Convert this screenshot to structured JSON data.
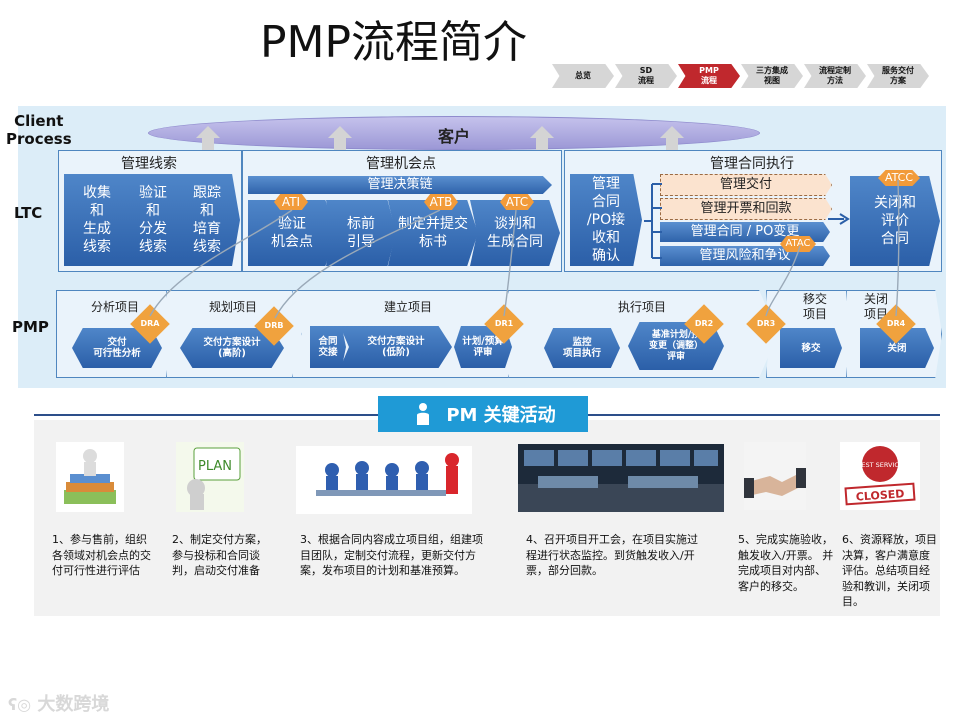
{
  "title": "PMP流程简介",
  "nav": [
    "总览",
    "SD\n流程",
    "PMP\n流程",
    "三方集成\n视图",
    "流程定制\n方法",
    "服务交付\n方案"
  ],
  "row_labels": {
    "client": "Client\nProcess",
    "ltc": "LTC",
    "pmp": "PMP"
  },
  "customer": "客户",
  "ltc": {
    "lead_group": {
      "title": "管理线索",
      "items": [
        "收集\n和\n生成\n线索",
        "验证\n和\n分发\n线索",
        "跟踪\n和\n培育\n线索"
      ]
    },
    "opp_group": {
      "title": "管理机会点",
      "decision_chain": "管理决策链",
      "items": [
        "验证\n机会点",
        "标前\n引导",
        "制定并提交\n标书",
        "谈判和\n生成合同"
      ],
      "tags": [
        "ATI",
        "ATB",
        "ATC"
      ]
    },
    "exec_group": {
      "title": "管理合同执行",
      "left": "管理\n合同\n/PO接\n收和\n确认",
      "boxes": [
        "管理交付",
        "管理开票和回款",
        "管理合同 / PO变更",
        "管理风险和争议"
      ],
      "tags": [
        "ATAC",
        "ATCC"
      ],
      "right": "关闭和\n评价\n合同"
    }
  },
  "pmp": {
    "groups": [
      {
        "title": "分析项目",
        "items": [
          "交付\n可行性分析"
        ],
        "tag": "DRA"
      },
      {
        "title": "规划项目",
        "items": [
          "交付方案设计\n(高阶)"
        ],
        "tag": "DRB"
      },
      {
        "title": "建立项目",
        "items": [
          "合同\n交接",
          "交付方案设计\n(低阶)",
          "计划/预算\n评审"
        ],
        "tag": "DR1"
      },
      {
        "title": "执行项目",
        "items": [
          "监控\n项目执行",
          "基准计划/预\n变更（调整）\n评审"
        ],
        "tag": "DR2"
      },
      {
        "title": "移交\n项目",
        "items": [
          "移交"
        ],
        "tag": "DR3"
      },
      {
        "title": "关闭\n项目",
        "items": [
          "关闭"
        ],
        "tag": "DR4"
      }
    ]
  },
  "key": {
    "heading": "PM 关键活动",
    "activities": [
      "1、参与售前，组织各领域对机会点的交付可行性进行评估",
      "2、制定交付方案，参与投标和合同谈判，启动交付准备",
      "3、根据合同内容成立项目组，组建项目团队，定制交付流程，更新交付方案，发布项目的计划和基准预算。",
      "4、召开项目开工会，在项目实施过程进行状态监控。到货触发收入/开票，部分回款。",
      "5、完成实施验收，触发收入/开票。 并完成项目对内部、客户的移交。",
      "6、资源释放，项目决算，客户满意度评估。总结项目经验和教训，关闭项目。"
    ],
    "image_texts": {
      "plan": "PLAN",
      "service": "BEST SERVICE",
      "closed": "CLOSED"
    }
  },
  "watermark": "大数跨境"
}
